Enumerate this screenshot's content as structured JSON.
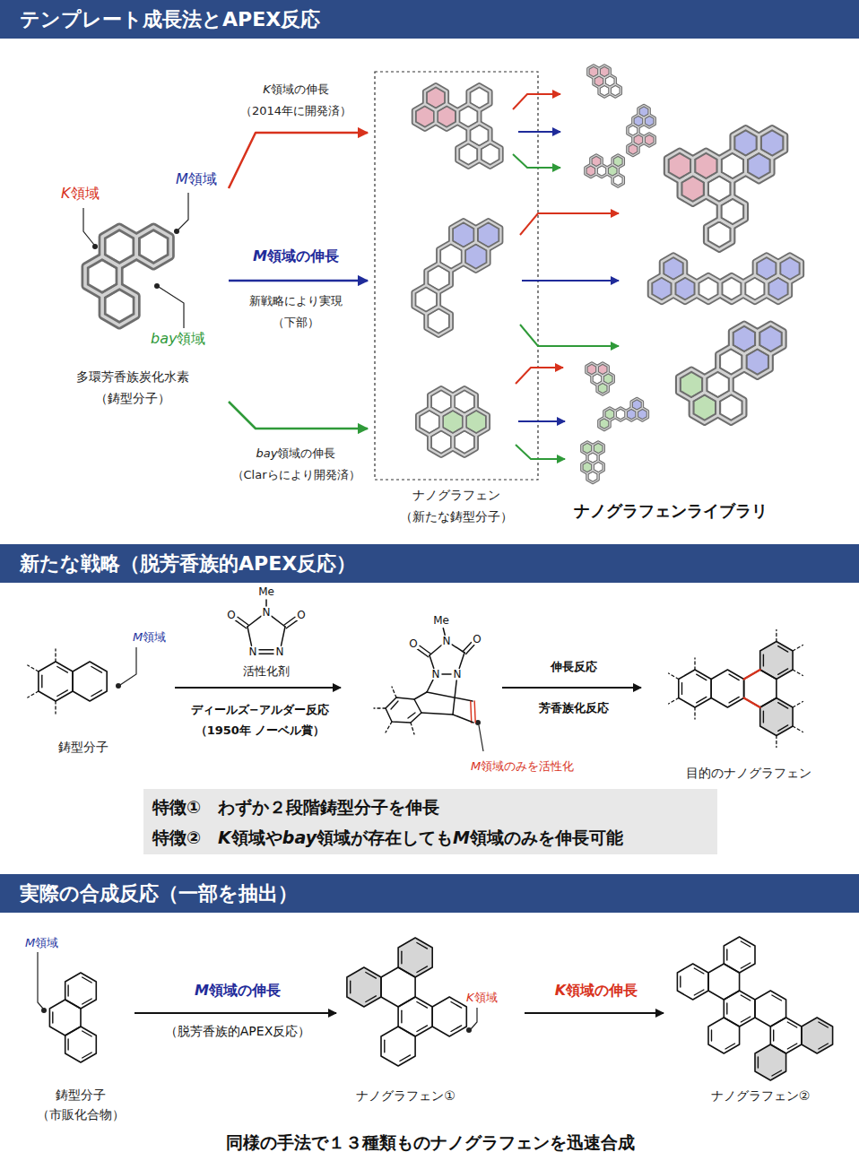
{
  "diagram": {
    "nodes": [
      {
        "text": [
          "テンプレート成長法とAPEX反応"
        ]
      },
      {
        "text": [
          "多環芳香族炭化水素 （鋳型分子）"
        ]
      },
      {
        "text": [
          "ナノグラフェン （新たな鋳型分子）"
        ]
      },
      {
        "text": [
          "新たな戦略（脱芳香族的APEX反応）"
        ]
      },
      {
        "text": [
          "鋳型分子"
        ]
      },
      {
        "text": [
          "M領域のみを活性化"
        ]
      },
      {
        "text": [
          "目的のナノグラフェン"
        ]
      },
      {
        "text": [
          "特徴①　わずか２段階鋳型分子を伸長",
          "特徴②　K領域やbay領域が存在してもM領域のみを伸長可能"
        ]
      },
      {
        "text": [
          "実際の合成反応（一部を抽出）"
        ]
      },
      {
        "text": [
          "鋳型分子 （市販化合物）"
        ]
      },
      {
        "text": [
          "ナノグラフェン①"
        ]
      },
      {
        "text": [
          "ナノグラフェン②"
        ]
      }
    ],
    "edges": [
      {
        "from": 1,
        "to": 2,
        "arrow": "to",
        "label": "K領域の伸長 （2014年に開発済）"
      },
      {
        "from": 1,
        "to": 2,
        "arrow": "to",
        "label": "M領域の伸長"
      },
      {
        "from": 1,
        "to": 2,
        "arrow": "to",
        "label": "bay領域の伸長 （Clarらにより開発済）"
      },
      {
        "from": 4,
        "to": 5,
        "arrow": "to",
        "label": "ディールズ−アルダー反応 （1950年 ノーベル賞）"
      },
      {
        "from": 5,
        "to": 6,
        "arrow": "to",
        "label": "伸長反応"
      },
      {
        "from": 9,
        "to": 10,
        "arrow": "to",
        "label": "M領域の伸長"
      },
      {
        "from": 10,
        "to": 11,
        "arrow": "to",
        "label": "K領域の伸長"
      }
    ],
    "labels": [
      "K領域",
      "M領域",
      "bay領域",
      "新戦略により実現 （下部）",
      "ナノグラフェンライブラリ",
      "M領域",
      "Me",
      "N",
      "O",
      "O",
      "N",
      "N",
      "活性化剤",
      "Me",
      "N",
      "O",
      "O",
      "N",
      "N",
      "芳香族化反応",
      "M領域",
      "（脱芳香族的APEX反応）",
      "K領域",
      "同様の手法で１３種類ものナノグラフェンを迅速合成"
    ]
  }
}
